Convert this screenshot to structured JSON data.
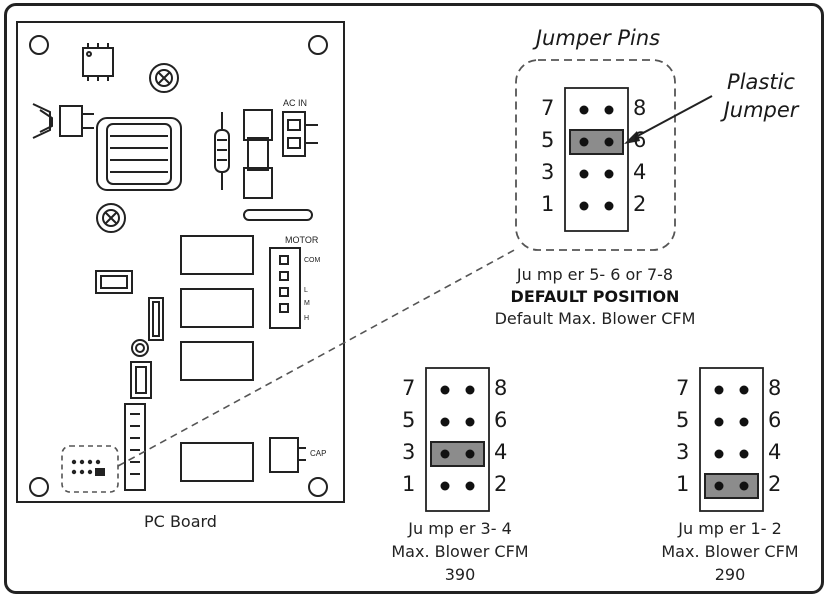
{
  "labels": {
    "jumper_pins": "Jumper Pins",
    "plastic_jumper": [
      "Plastic",
      "Jumper"
    ],
    "pc_board": "PC Board",
    "ac_in": "AC IN",
    "motor": "MOTOR",
    "motor_pins": [
      "COM",
      "L",
      "M",
      "H"
    ],
    "cap": "CAP"
  },
  "default_block": {
    "jumper_text": "Ju mp er   5- 6 or 7-8",
    "position": "DEFAULT POSITION",
    "desc": "Default Max. Blower CFM",
    "left_pins": [
      "7",
      "5",
      "3",
      "1"
    ],
    "right_pins": [
      "8",
      "6",
      "4",
      "2"
    ],
    "jumper_row": 1
  },
  "block_390": {
    "jumper_text": "Ju mp er   3- 4",
    "desc": "Max. Blower CFM",
    "value": "390",
    "left_pins": [
      "7",
      "5",
      "3",
      "1"
    ],
    "right_pins": [
      "8",
      "6",
      "4",
      "2"
    ],
    "jumper_row": 2
  },
  "block_290": {
    "jumper_text": "Ju mp er   1- 2",
    "desc": "Max. Blower CFM",
    "value": "290",
    "left_pins": [
      "7",
      "5",
      "3",
      "1"
    ],
    "right_pins": [
      "8",
      "6",
      "4",
      "2"
    ],
    "jumper_row": 3
  },
  "colors": {
    "jumper_fill": "#8c8c8c",
    "line": "#222222"
  }
}
